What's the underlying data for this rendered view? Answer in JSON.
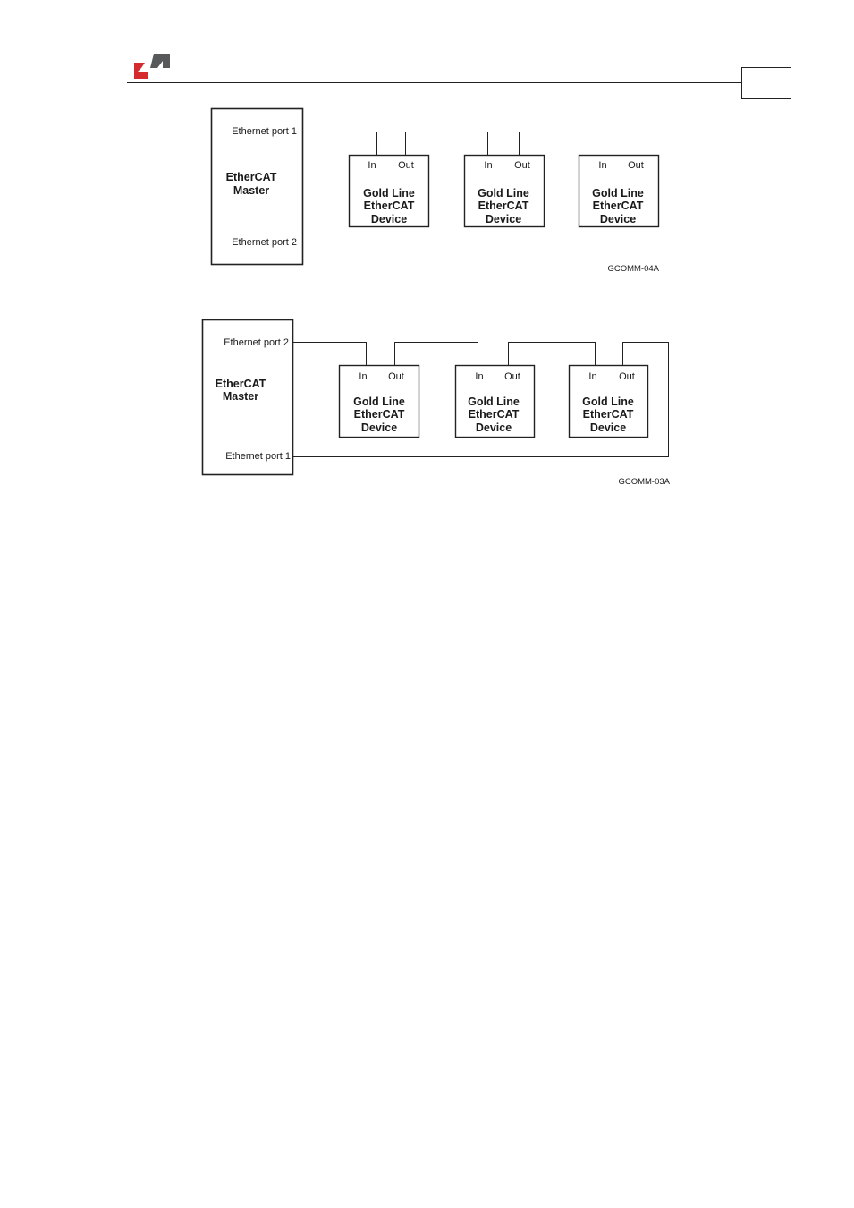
{
  "header": {
    "logo_colors": {
      "red": "#d52b2f",
      "gray": "#58595b"
    },
    "page_number": ""
  },
  "diagram_top": {
    "master": {
      "title_line1": "EtherCAT",
      "title_line2": "Master",
      "port_top": "Ethernet port 1",
      "port_bottom": "Ethernet port 2"
    },
    "devices": [
      {
        "in": "In",
        "out": "Out",
        "line1": "Gold Line",
        "line2": "EtherCAT",
        "line3": "Device"
      },
      {
        "in": "In",
        "out": "Out",
        "line1": "Gold Line",
        "line2": "EtherCAT",
        "line3": "Device"
      },
      {
        "in": "In",
        "out": "Out",
        "line1": "Gold Line",
        "line2": "EtherCAT",
        "line3": "Device"
      }
    ],
    "code": "GCOMM-04A"
  },
  "diagram_bottom": {
    "master": {
      "title_line1": "EtherCAT",
      "title_line2": "Master",
      "port_top": "Ethernet port 2",
      "port_bottom": "Ethernet port 1"
    },
    "devices": [
      {
        "in": "In",
        "out": "Out",
        "line1": "Gold Line",
        "line2": "EtherCAT",
        "line3": "Device"
      },
      {
        "in": "In",
        "out": "Out",
        "line1": "Gold Line",
        "line2": "EtherCAT",
        "line3": "Device"
      },
      {
        "in": "In",
        "out": "Out",
        "line1": "Gold Line",
        "line2": "EtherCAT",
        "line3": "Device"
      }
    ],
    "code": "GCOMM-03A"
  }
}
